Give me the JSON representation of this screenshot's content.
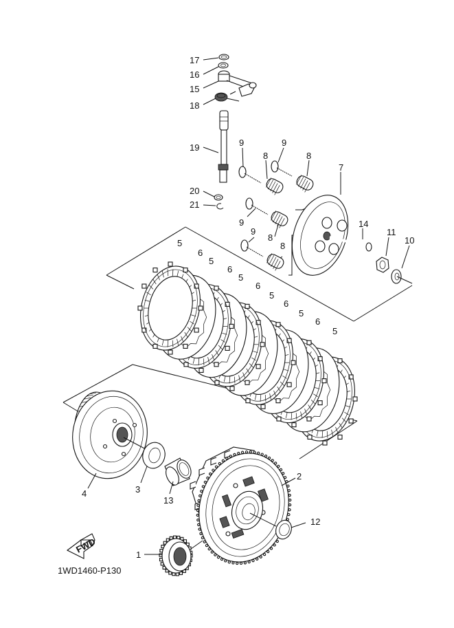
{
  "diagram": {
    "title": "Clutch exploded parts diagram",
    "drawing_code": "1WD1460-P130",
    "fwd_label": "FWD",
    "callouts": [
      {
        "id": "c17",
        "label": "17",
        "part": "washer-small"
      },
      {
        "id": "c16",
        "label": "16",
        "part": "washer"
      },
      {
        "id": "c15",
        "label": "15",
        "part": "push-lever"
      },
      {
        "id": "c18",
        "label": "18",
        "part": "torsion-spring"
      },
      {
        "id": "c19",
        "label": "19",
        "part": "push-lever-shaft"
      },
      {
        "id": "c20",
        "label": "20",
        "part": "washer"
      },
      {
        "id": "c21",
        "label": "21",
        "part": "circlip"
      },
      {
        "id": "c9a",
        "label": "9",
        "part": "bolt"
      },
      {
        "id": "c9b",
        "label": "9",
        "part": "bolt"
      },
      {
        "id": "c9c",
        "label": "9",
        "part": "bolt"
      },
      {
        "id": "c9d",
        "label": "9",
        "part": "bolt"
      },
      {
        "id": "c8a",
        "label": "8",
        "part": "clutch-spring"
      },
      {
        "id": "c8b",
        "label": "8",
        "part": "clutch-spring"
      },
      {
        "id": "c8c",
        "label": "8",
        "part": "clutch-spring"
      },
      {
        "id": "c8d",
        "label": "8",
        "part": "clutch-spring"
      },
      {
        "id": "c7",
        "label": "7",
        "part": "pressure-plate"
      },
      {
        "id": "c14",
        "label": "14",
        "part": "push-rod"
      },
      {
        "id": "c11",
        "label": "11",
        "part": "nut"
      },
      {
        "id": "c10",
        "label": "10",
        "part": "lock-washer"
      },
      {
        "id": "c5a",
        "label": "5",
        "part": "friction-plate"
      },
      {
        "id": "c6a",
        "label": "6",
        "part": "clutch-plate"
      },
      {
        "id": "c5b",
        "label": "5",
        "part": "friction-plate"
      },
      {
        "id": "c6b",
        "label": "6",
        "part": "clutch-plate"
      },
      {
        "id": "c5c",
        "label": "5",
        "part": "friction-plate"
      },
      {
        "id": "c6c",
        "label": "6",
        "part": "clutch-plate"
      },
      {
        "id": "c5d",
        "label": "5",
        "part": "friction-plate"
      },
      {
        "id": "c6d",
        "label": "6",
        "part": "clutch-plate"
      },
      {
        "id": "c5e",
        "label": "5",
        "part": "friction-plate"
      },
      {
        "id": "c6e",
        "label": "6",
        "part": "clutch-plate"
      },
      {
        "id": "c5f",
        "label": "5",
        "part": "friction-plate"
      },
      {
        "id": "c4",
        "label": "4",
        "part": "clutch-boss"
      },
      {
        "id": "c3",
        "label": "3",
        "part": "thrust-washer"
      },
      {
        "id": "c13",
        "label": "13",
        "part": "spacer"
      },
      {
        "id": "c2",
        "label": "2",
        "part": "primary-driven-gear-comp"
      },
      {
        "id": "c12",
        "label": "12",
        "part": "thrust-washer"
      },
      {
        "id": "c1",
        "label": "1",
        "part": "primary-drive-gear"
      }
    ]
  }
}
